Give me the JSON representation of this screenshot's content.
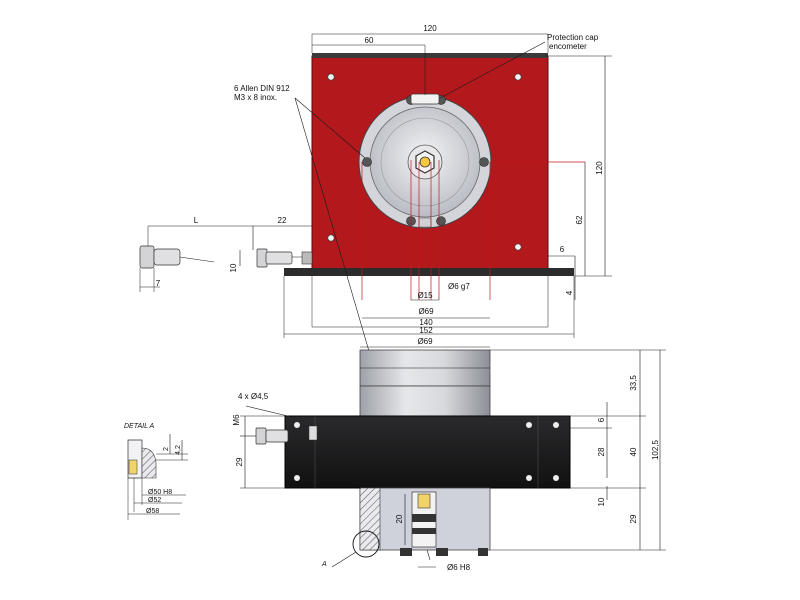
{
  "labels": {
    "protection_cap_line1": "Protection cap",
    "protection_cap_line2": "encometer",
    "allen_line1": "6 Allen DIN 912",
    "allen_line2": "M3 x 8 inox.",
    "detail": "DETAIL A",
    "callout_a": "A",
    "holes": "4 x Ø4,5",
    "thread": "M6"
  },
  "dimensions": {
    "top_width": "120",
    "top_half": "60",
    "right_height": "120",
    "right_62": "62",
    "right_6": "6",
    "right_4": "4",
    "left_L": "L",
    "left_22": "22",
    "left_10": "10",
    "left_7": "7",
    "dia15": "Ø15",
    "dia6g7": "Ø6 g7",
    "dia69_top": "Ø69",
    "w140": "140",
    "w152": "152",
    "dia69_side": "Ø69",
    "s33_5": "33,5",
    "s6": "6",
    "s28": "28",
    "s40": "40",
    "s102_5": "102,5",
    "s10": "10",
    "s29_right": "29",
    "s29_left": "29",
    "s20": "20",
    "dia6h8": "Ø6 H8",
    "d2": "2",
    "d4_2": "4,2",
    "dia50h8": "Ø50 H8",
    "dia52": "Ø52",
    "dia58": "Ø58"
  }
}
